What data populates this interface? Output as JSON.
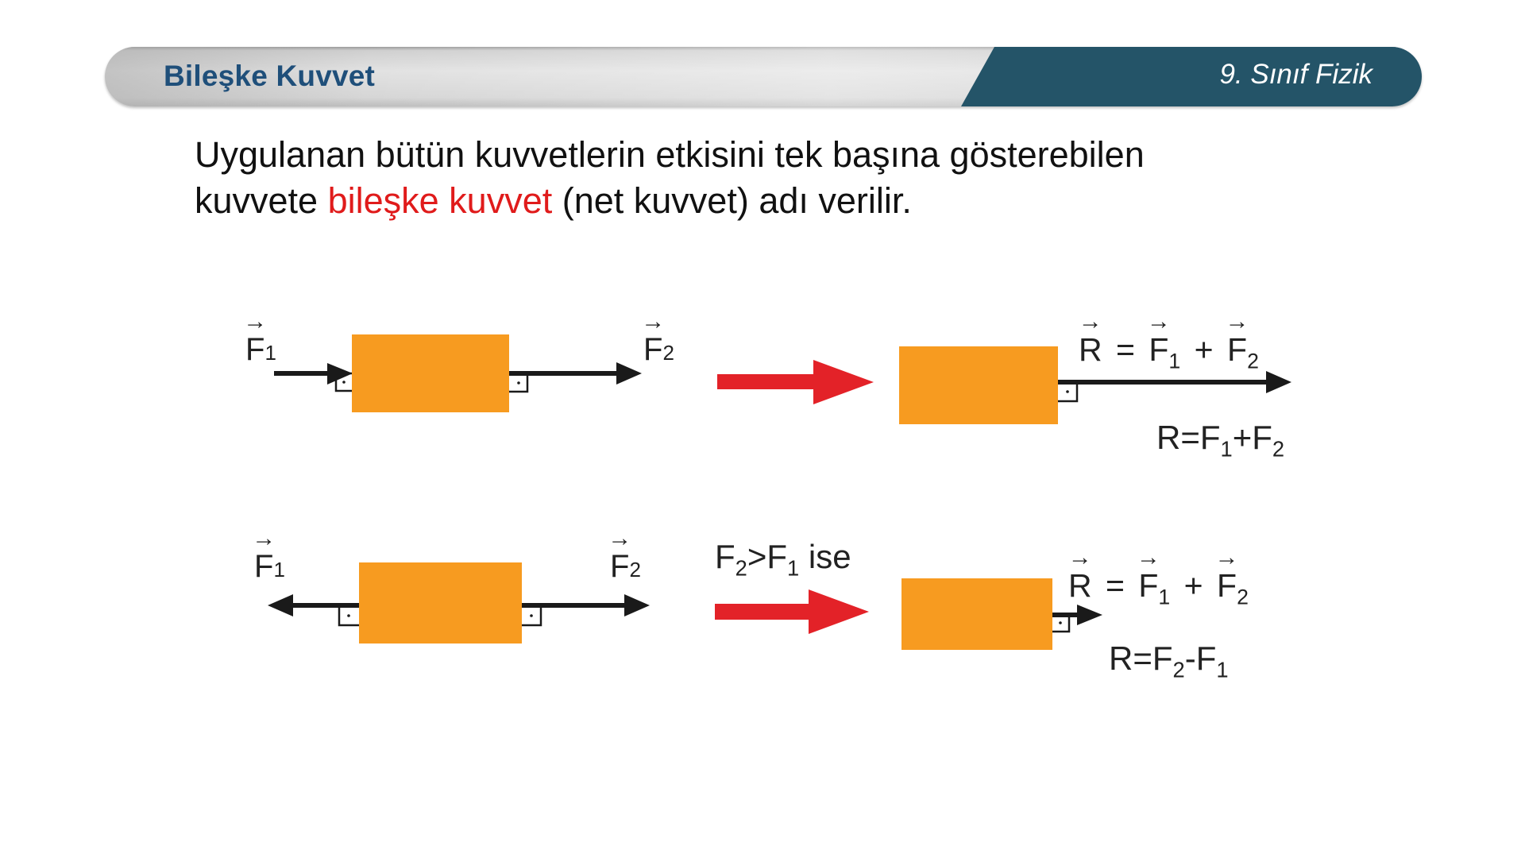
{
  "header": {
    "title": "Bileşke Kuvvet",
    "subject": "9. Sınıf Fizik",
    "colors": {
      "title": "#1f4f7a",
      "band": "#245468",
      "subject_text": "#ffffff"
    }
  },
  "definition": {
    "line1": "Uygulanan bütün kuvvetlerin etkisini tek başına gösterebilen",
    "line2_before": "kuvvete ",
    "highlight": "bileşke kuvvet",
    "line2_after": " (net kuvvet) adı verilir.",
    "highlight_color": "#e01b1b"
  },
  "diagram": {
    "colors": {
      "box": "#F79B20",
      "transition_arrow": "#E32228",
      "force_arrow": "#1a1a1a"
    },
    "row1": {
      "left": {
        "f1_symbol": "F",
        "f1_sub": "1",
        "f2_symbol": "F",
        "f2_sub": "2",
        "f1_direction": "right",
        "f2_direction": "right"
      },
      "condition": "",
      "right": {
        "vector_formula": {
          "r": "R",
          "eq": "=",
          "f1": "F",
          "f1_sub": "1",
          "plus": "+",
          "f2": "F",
          "f2_sub": "2"
        },
        "scalar_formula": {
          "r": "R=F",
          "a_sub": "1",
          "op": "+F",
          "b_sub": "2"
        }
      }
    },
    "row2": {
      "left": {
        "f1_symbol": "F",
        "f1_sub": "1",
        "f2_symbol": "F",
        "f2_sub": "2",
        "f1_direction": "left",
        "f2_direction": "right"
      },
      "condition": {
        "a": "F",
        "a_sub": "2",
        "op": ">F",
        "b_sub": "1",
        "tail": " ise"
      },
      "right": {
        "vector_formula": {
          "r": "R",
          "eq": "=",
          "f1": "F",
          "f1_sub": "1",
          "plus": "+",
          "f2": "F",
          "f2_sub": "2"
        },
        "scalar_formula": {
          "r": "R=F",
          "a_sub": "2",
          "op": "-F",
          "b_sub": "1"
        }
      }
    }
  }
}
